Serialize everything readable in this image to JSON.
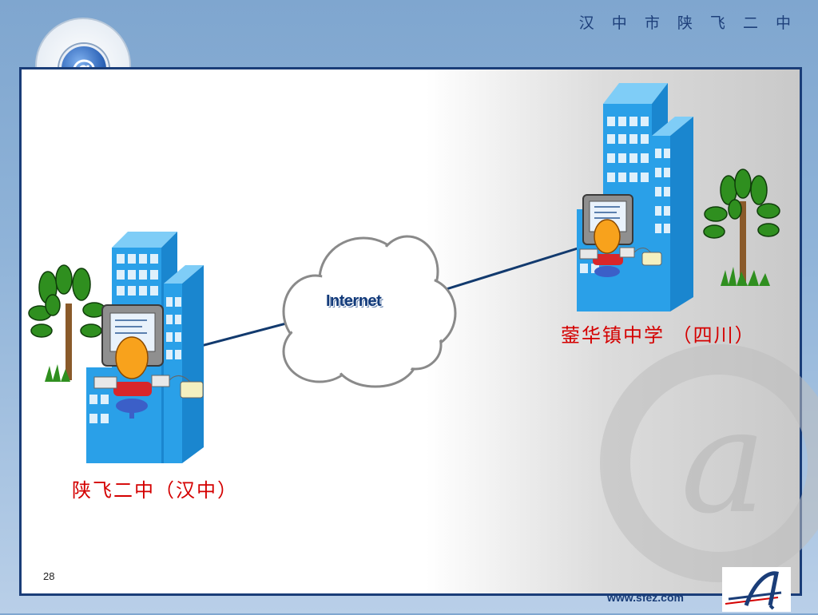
{
  "header": {
    "title": "汉 中 市 陕 飞 二 中"
  },
  "logo": {
    "symbol": "@",
    "icon": "at-sign-icon"
  },
  "diagram": {
    "cloud_label": "Internet",
    "left_site_label": "陕飞二中（汉中）",
    "right_site_label": "蓥华镇中学 （四川）"
  },
  "footer": {
    "page_number": "28",
    "url": "www.sfez.com"
  },
  "colors": {
    "frame": "#1a3d78",
    "label_red": "#d40000",
    "building": "#2aa0e8"
  }
}
